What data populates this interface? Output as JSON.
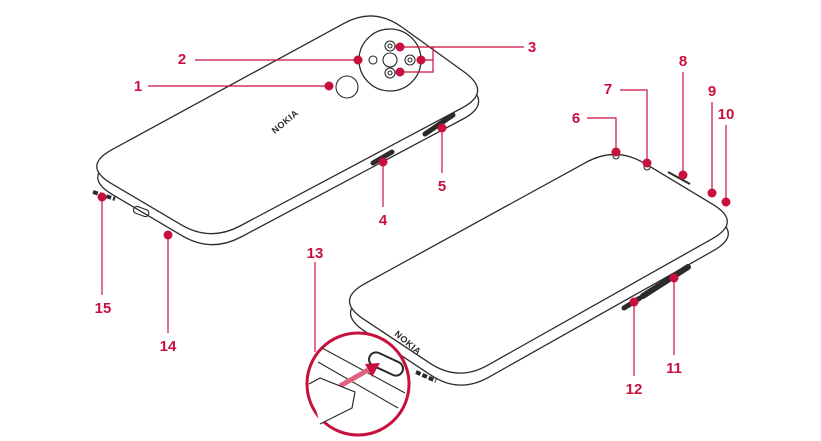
{
  "diagram": {
    "brand_logo": "NOKIA",
    "accent_color": "#c8103e",
    "line_color": "#2b2b2b",
    "callouts": [
      "1",
      "2",
      "3",
      "4",
      "5",
      "6",
      "7",
      "8",
      "9",
      "10",
      "11",
      "12",
      "13",
      "14",
      "15"
    ]
  }
}
